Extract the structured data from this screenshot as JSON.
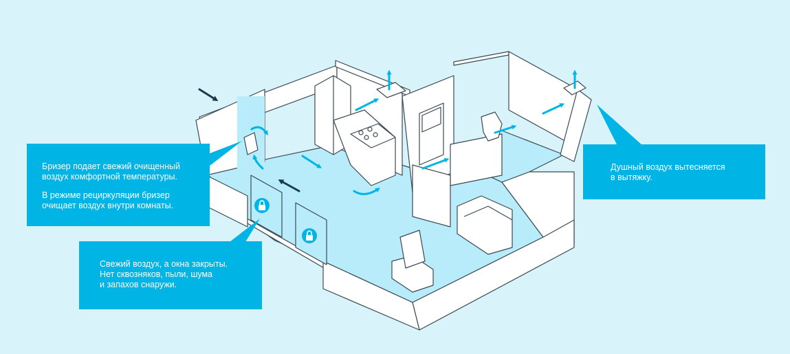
{
  "colors": {
    "background": "#d9f3fb",
    "accent": "#00b4e6",
    "floor": "#b8ecfa",
    "wall": "#ffffff",
    "outline": "#3a4a52",
    "arrow_fresh": "#00b4e6",
    "arrow_outdoor": "#1b3a4b"
  },
  "callouts": {
    "breezer": {
      "line1": "Бризер подает свежий очищенный\nвоздух комфортной температуры.",
      "line2": "В режиме рециркуляции бризер\nочищает воздух внутри комнаты."
    },
    "windows": {
      "text": "Свежий воздух, а окна закрыты.\nНет сквозняков, пыли, шума\nи запахов снаружи."
    },
    "exhaust": {
      "text": "Душный воздух вытесняется\nв вытяжку."
    }
  }
}
